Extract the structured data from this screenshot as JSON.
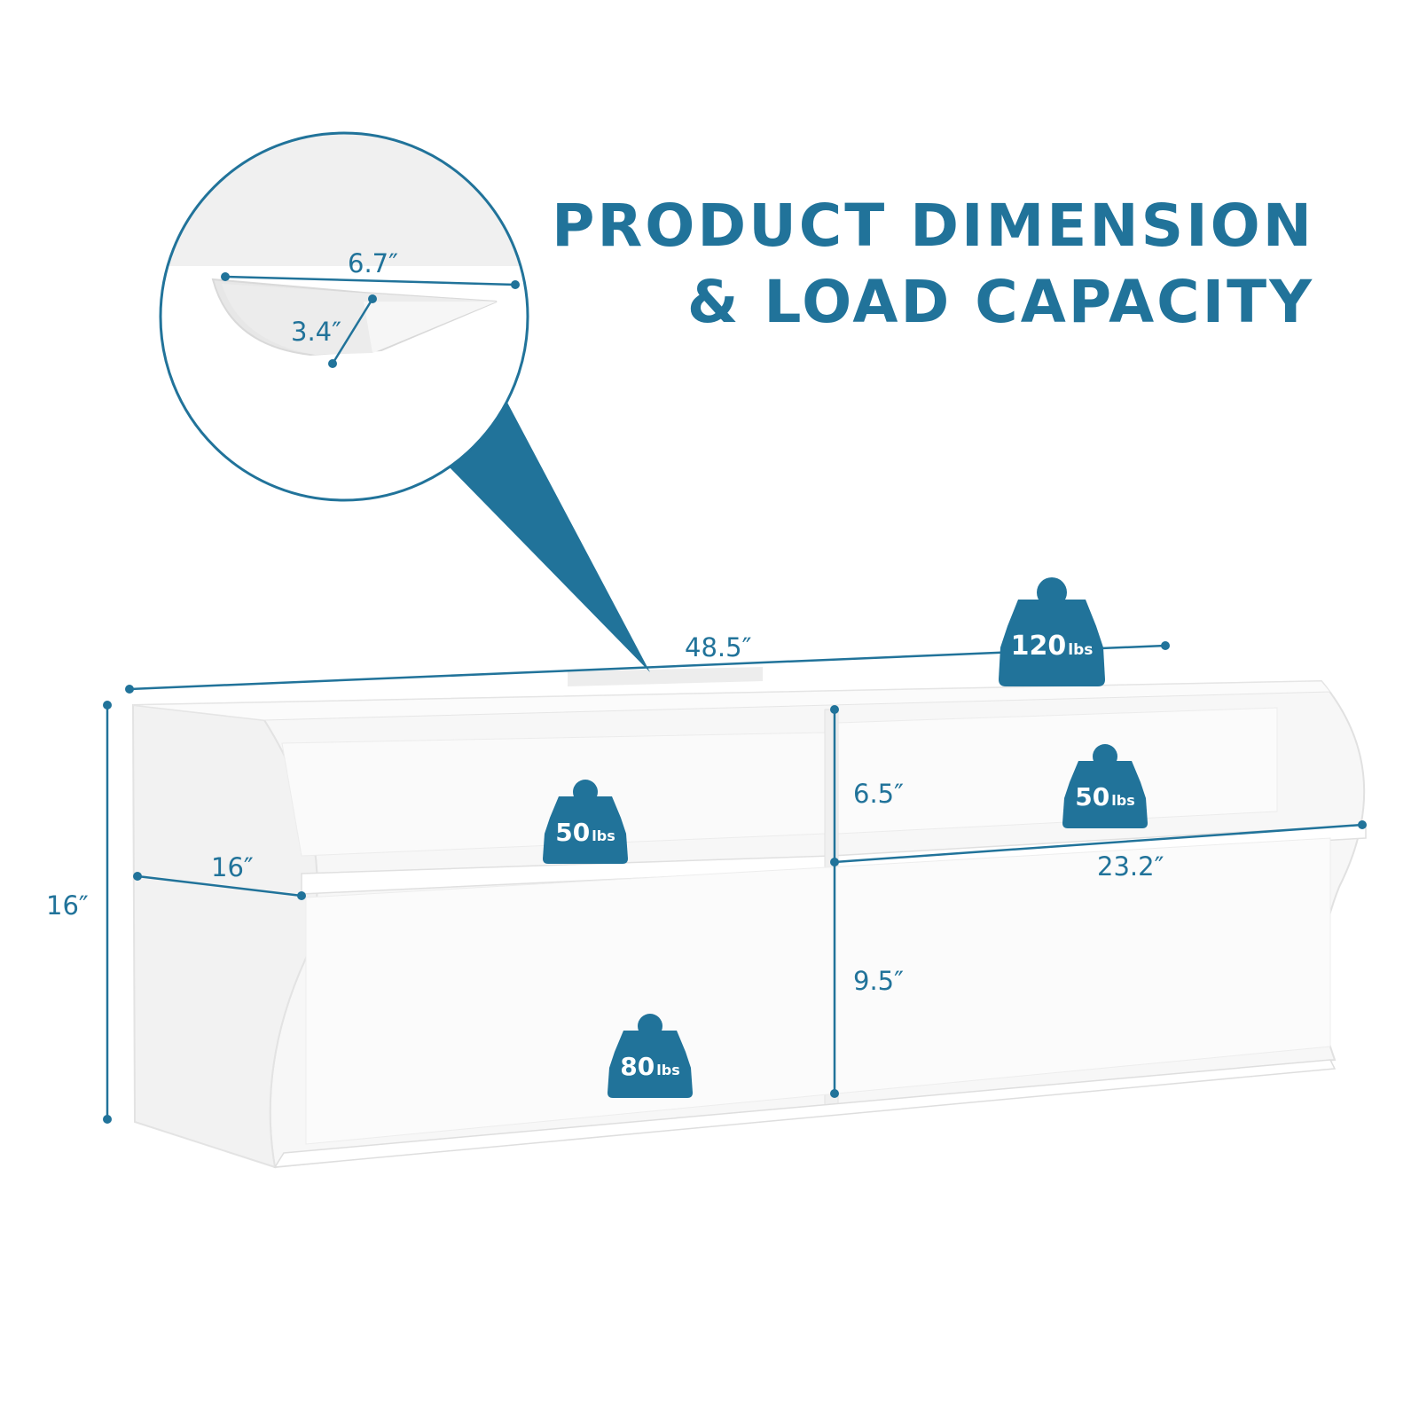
{
  "heading": {
    "line1": "PRODUCT DIMENSION",
    "line2": "& LOAD CAPACITY"
  },
  "colors": {
    "accent": "#21739a",
    "shelf_edge": "#e1e1e1",
    "shelf_face": "#f4f4f4"
  },
  "detail_circle": {
    "width_label": "6.7″",
    "depth_label": "3.4″",
    "icon": "magnifier-detail-icon"
  },
  "dimensions": {
    "overall_width": "48.5″",
    "overall_height": "16″",
    "overall_depth": "16″",
    "upper_right_height": "6.5″",
    "lower_right_height": "9.5″",
    "compartment_width": "23.2″"
  },
  "loads": {
    "top": {
      "value": "120",
      "unit": "lbs"
    },
    "upper_left": {
      "value": "50",
      "unit": "lbs"
    },
    "upper_right": {
      "value": "50",
      "unit": "lbs"
    },
    "bottom": {
      "value": "80",
      "unit": "lbs"
    },
    "icon": "weight-icon"
  }
}
